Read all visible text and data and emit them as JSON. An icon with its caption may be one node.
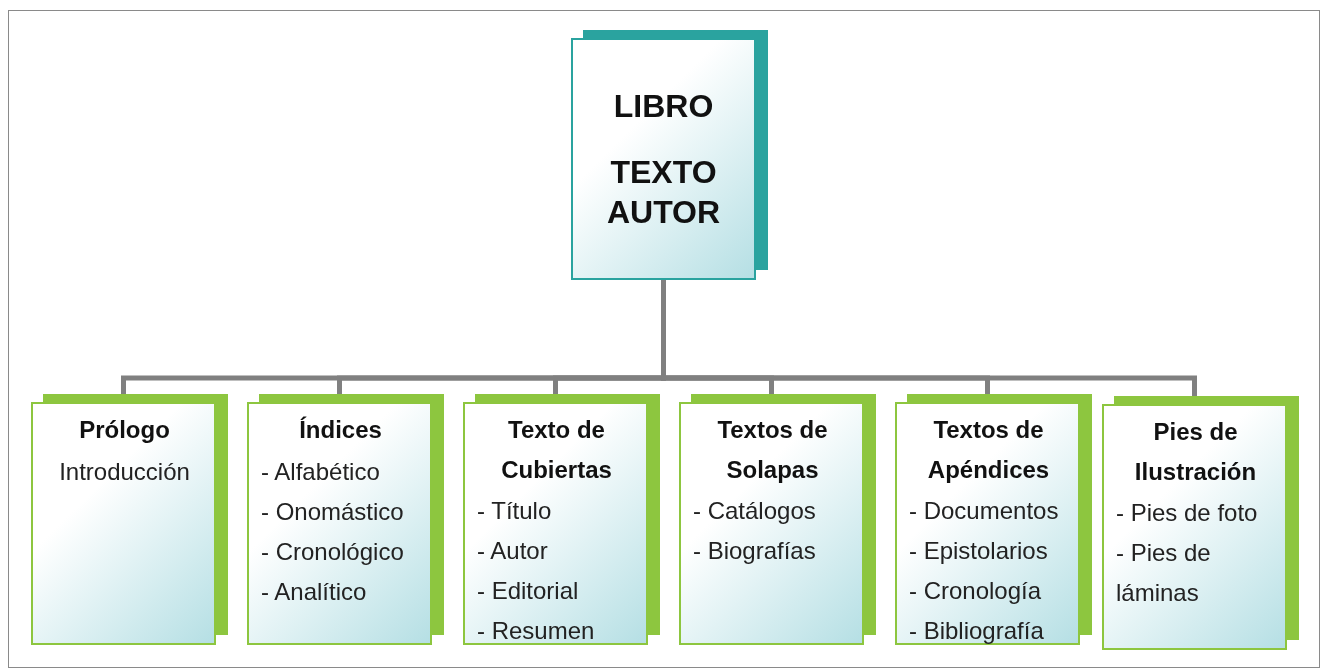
{
  "diagram": {
    "nodes": [
      {
        "text": [
          "LIBRO",
          "TEXTO AUTOR"
        ]
      },
      {
        "text": [
          "Prólogo",
          "Introducción"
        ]
      },
      {
        "text": [
          "Índices",
          "- Alfabético",
          "- Onomástico",
          "- Cronológico",
          "- Analítico"
        ]
      },
      {
        "text": [
          "Texto de Cubiertas",
          "- Título",
          "- Autor",
          "- Editorial",
          "- Resumen"
        ]
      },
      {
        "text": [
          "Textos de Solapas",
          "- Catálogos",
          "- Biografías"
        ]
      },
      {
        "text": [
          "Textos de Apéndices",
          "- Documentos",
          "- Epistolarios",
          "- Cronología",
          "- Bibliografía"
        ]
      },
      {
        "text": [
          "Pies de Ilustración",
          "- Pies de foto",
          "- Pies de láminas"
        ]
      }
    ],
    "edges": [
      {
        "from": 0,
        "to": 1,
        "arrow": "none"
      },
      {
        "from": 0,
        "to": 2,
        "arrow": "none"
      },
      {
        "from": 0,
        "to": 3,
        "arrow": "none"
      },
      {
        "from": 0,
        "to": 4,
        "arrow": "none"
      },
      {
        "from": 0,
        "to": 5,
        "arrow": "none"
      },
      {
        "from": 0,
        "to": 6,
        "arrow": "none"
      }
    ]
  }
}
